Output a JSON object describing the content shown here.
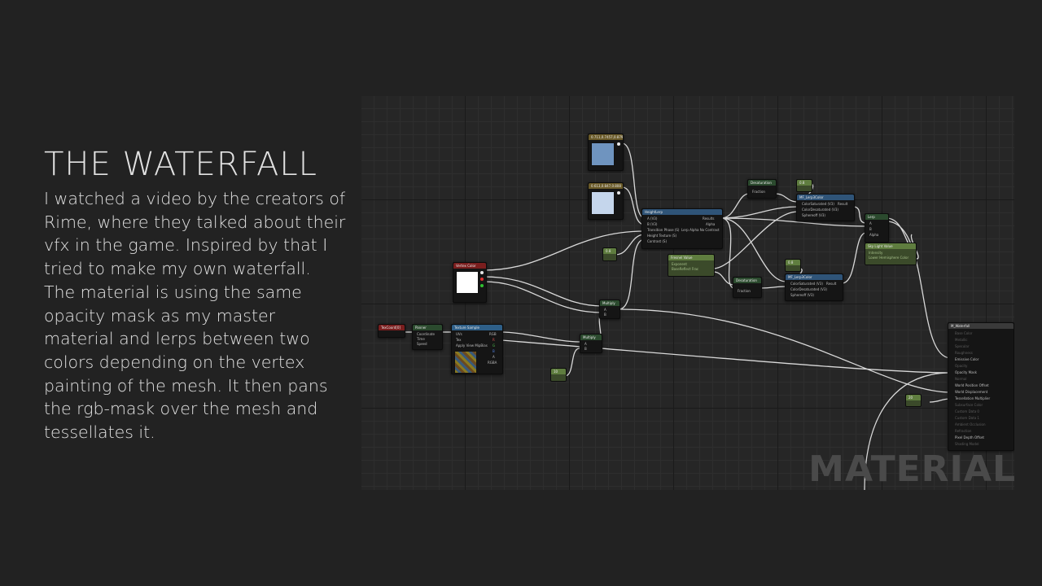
{
  "slide": {
    "title": "THE WATERFALL",
    "body": "I watched a video by the creators of Rime, where they talked about their vfx in the game. Inspired by that I tried to make my own waterfall. The material is using the same opacity mask as my master material and lerps between two colors depending on the vertex painting of the mesh. It then pans the rgb-mask over the mesh and tessellates it."
  },
  "graph": {
    "watermark": "MATERIAL",
    "colors": {
      "vector_header": "#6a5a28",
      "texture_header": "#2e5f88",
      "function_header": "#2f5478",
      "math_header": "#2b4a2e",
      "vertex_header": "#7a1e1e",
      "scalar_header": "#5f7d3f",
      "wire": "#d9d9d9",
      "swatch_blue": "#6f94bf",
      "swatch_lightblue": "#c5d6ec"
    },
    "nodes": {
      "vec_a": {
        "title": "0.711,0.7457,0.879"
      },
      "vec_b": {
        "title": "0.613,0.847,0.808"
      },
      "height_lerp": {
        "title": "HeightLerp",
        "pins": [
          "A (V3)",
          "B (V3)",
          "Transition Phase (S)",
          "Height Texture (S)",
          "Contrast (S)"
        ],
        "outputs": [
          "Results",
          "Alpha",
          "Lerp Alpha No Contrast"
        ]
      },
      "scalar_a": {
        "title": "0.8"
      },
      "vertex_color": {
        "title": "Vertex Color"
      },
      "multiply_a": {
        "title": "Multiply",
        "pins": [
          "A",
          "B"
        ]
      },
      "tex_coord": {
        "title": "TexCoord[0]"
      },
      "panner": {
        "title": "Panner",
        "pins": [
          "Coordinate",
          "Time",
          "Speed"
        ]
      },
      "texture_sample": {
        "title": "Texture Sample",
        "pins": [
          "UVs",
          "Tex",
          "Apply View MipBias"
        ],
        "outputs": [
          "RGB",
          "R",
          "G",
          "B",
          "A",
          "RGBA"
        ]
      },
      "multiply_b": {
        "title": "Multiply",
        "pins": [
          "A",
          "B"
        ]
      },
      "scalar_b": {
        "title": "10"
      },
      "desaturation_a": {
        "title": "Desaturation",
        "pins": [
          "Fraction"
        ]
      },
      "scalar_c": {
        "title": "0.8"
      },
      "lerp_3color_a": {
        "title": "MF_Lerp3Color",
        "pins": [
          "ColorSaturated (V3)",
          "ColorDesaturated (V3)",
          "Sphereoff (V3)"
        ],
        "outputs": [
          "Result"
        ]
      },
      "constant_vec": {
        "title": "Fresnel Value",
        "lines": [
          "Exponent",
          "BaseReflect Frac"
        ]
      },
      "desaturation_b": {
        "title": "Desaturation",
        "pins": [
          "Fraction"
        ]
      },
      "scalar_d": {
        "title": "0.8"
      },
      "lerp_3color_b": {
        "title": "MF_Lerp3Color",
        "pins": [
          "ColorSaturated (V3)",
          "ColorDesaturated (V3)",
          "Sphereoff (V3)"
        ],
        "outputs": [
          "Result"
        ]
      },
      "lerp": {
        "title": "Lerp",
        "pins": [
          "A",
          "B",
          "Alpha"
        ]
      },
      "sky_light": {
        "title": "Sky Light Value",
        "lines": [
          "Intensity",
          "Lower Hemisphere Color"
        ]
      },
      "scalar_e": {
        "title": "20"
      },
      "material": {
        "title": "M_Waterfall",
        "pins": [
          "Base Color",
          "Metallic",
          "Specular",
          "Roughness",
          "Emissive Color",
          "Opacity",
          "Opacity Mask",
          "Normal",
          "World Position Offset",
          "World Displacement",
          "Tessellation Multiplier",
          "Subsurface Color",
          "Custom Data 0",
          "Custom Data 1",
          "Ambient Occlusion",
          "Refraction",
          "Pixel Depth Offset",
          "Shading Model"
        ]
      }
    }
  }
}
